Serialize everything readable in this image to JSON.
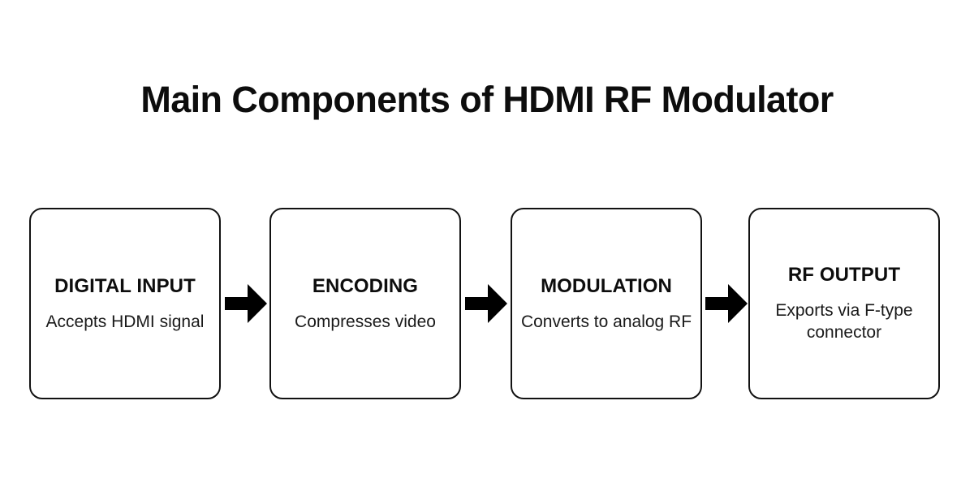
{
  "title": "Main Components of HDMI RF Modulator",
  "theme": {
    "background": "#ffffff",
    "text": "#0d0d0d",
    "border": "#121212",
    "arrow": "#000000"
  },
  "flow": {
    "direction": "left-to-right",
    "nodes": [
      {
        "heading": "DIGITAL INPUT",
        "description": "Accepts HDMI signal"
      },
      {
        "heading": "ENCODING",
        "description": "Compresses video"
      },
      {
        "heading": "MODULATION",
        "description": "Converts to analog RF"
      },
      {
        "heading": "RF OUTPUT",
        "description": "Exports via F-type connector"
      }
    ],
    "connectors": [
      {
        "icon": "arrow-right-icon",
        "from": "DIGITAL INPUT",
        "to": "ENCODING"
      },
      {
        "icon": "arrow-right-icon",
        "from": "ENCODING",
        "to": "MODULATION"
      },
      {
        "icon": "arrow-right-icon",
        "from": "MODULATION",
        "to": "RF OUTPUT"
      }
    ]
  }
}
